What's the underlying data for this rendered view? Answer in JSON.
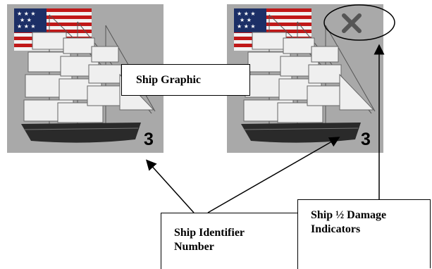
{
  "ships": [
    {
      "id_number": "3",
      "damaged": false
    },
    {
      "id_number": "3",
      "damaged": true
    }
  ],
  "damage_marker_icon": "x-icon",
  "callouts": {
    "ship_graphic": "Ship Graphic",
    "ship_identifier": "Ship Identifier\nNumber",
    "damage_indicators": "Ship ½ Damage\nIndicators"
  },
  "colors": {
    "card_bg": "#a9a9a9",
    "hull": "#2a2a2a",
    "sail": "#efefef",
    "flag_red": "#c01818",
    "flag_blue": "#1c2f66"
  }
}
